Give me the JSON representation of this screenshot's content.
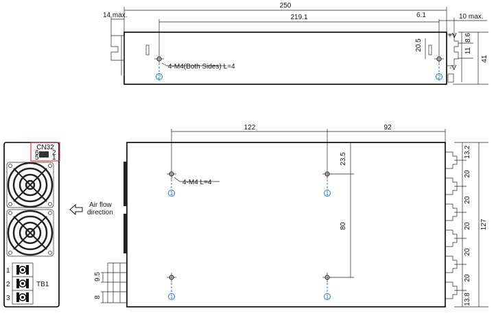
{
  "side_view": {
    "dim_overall": "250",
    "dim_holes": "219.1",
    "dim_left_protrusion": "14 max.",
    "dim_right_offset": "6.1",
    "dim_right_protrusion": "10 max.",
    "dim_hole_height": "20.5",
    "dim_terminal_1": "8.6",
    "dim_terminal_2": "11",
    "dim_height": "41",
    "terminal_plus": "+V",
    "terminal_minus": "-V",
    "hole_note": "4-M4(Both Sides) L=4",
    "marker": "2"
  },
  "front_view": {
    "cn_label": "CN32",
    "cn_pins_left": [
      "6",
      "5"
    ],
    "cn_pins_right": [
      "2",
      "1"
    ],
    "tb_numbers": [
      "1",
      "2",
      "3"
    ],
    "tb_label": "TB1",
    "airflow_line1": "Air flow",
    "airflow_line2": "direction"
  },
  "top_view": {
    "dim_left": "122",
    "dim_right": "92",
    "dim_top_offset": "23.5",
    "dim_vertical_holes": "80",
    "dim_pitch_a": "9.5",
    "dim_pitch_b": "8",
    "dim_overall_height": "127",
    "dim_first": "13.2",
    "dim_pitches": [
      "20",
      "20",
      "20",
      "20",
      "20"
    ],
    "dim_last": "13.8",
    "hole_note": "4-M4 L=4",
    "marker": "1"
  },
  "colors": {
    "marker_blue": "#1e7bd4",
    "highlight_red": "#d9383a"
  }
}
